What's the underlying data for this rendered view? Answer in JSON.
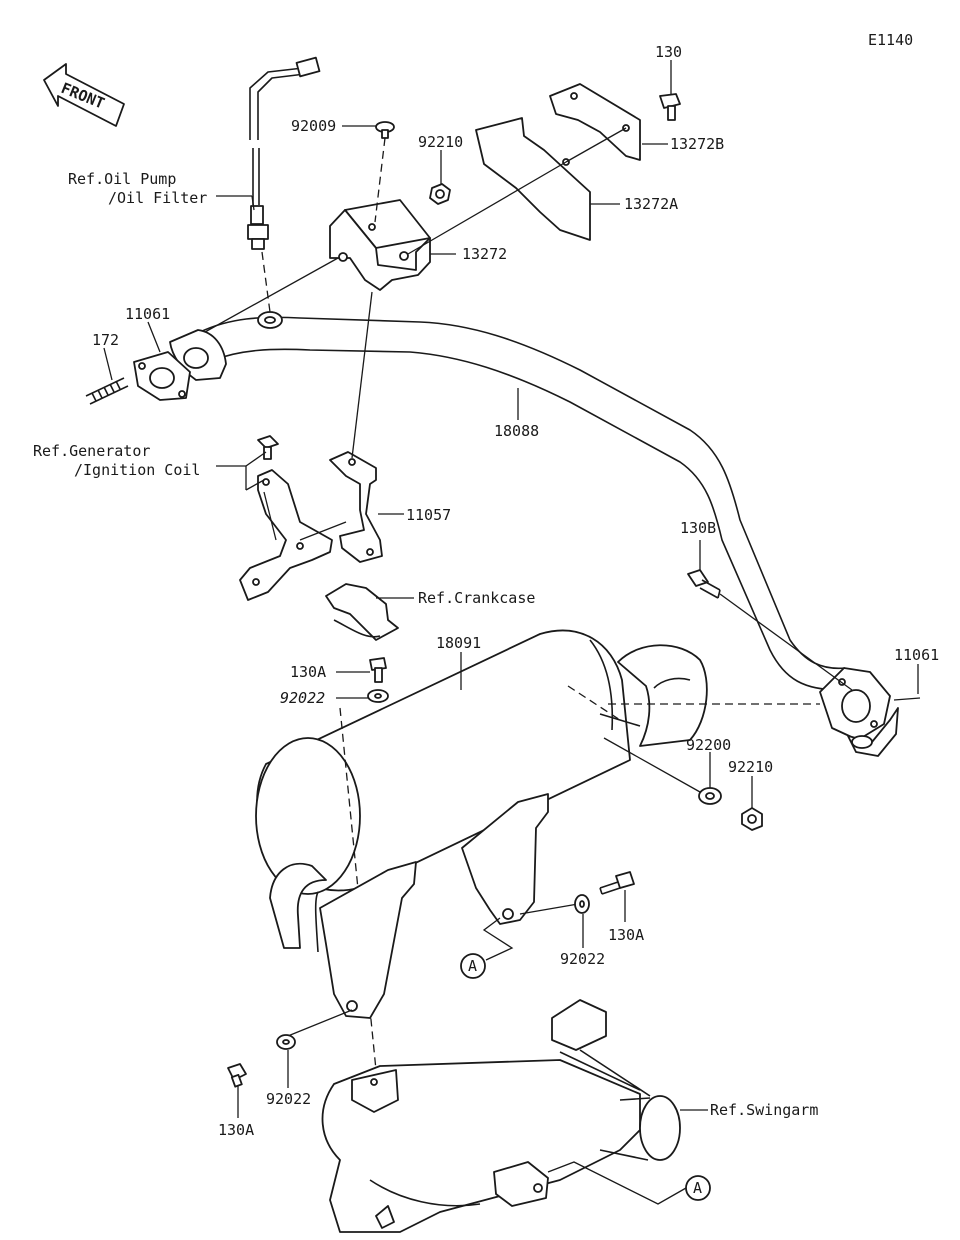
{
  "diagram_code": "E1140",
  "front_label": "FRONT",
  "callouts": {
    "c130_top": "130",
    "c92009": "92009",
    "c92210_top": "92210",
    "c13272B": "13272B",
    "c13272A": "13272A",
    "c13272": "13272",
    "c11061_left": "11061",
    "c172": "172",
    "c18088": "18088",
    "c11057": "11057",
    "c130B": "130B",
    "c11061_right": "11061",
    "c18091": "18091",
    "c130A_upper": "130A",
    "c92022_upper": "92022",
    "c92200": "92200",
    "c92210_right": "92210",
    "c130A_mid": "130A",
    "c92022_mid": "92022",
    "c92022_low": "92022",
    "c130A_low": "130A",
    "marker_a1": "A",
    "marker_a2": "A"
  },
  "refs": {
    "oil_pump_1": "Ref.Oil Pump",
    "oil_pump_2": "/Oil Filter",
    "generator_1": "Ref.Generator",
    "generator_2": "/Ignition Coil",
    "crankcase": "Ref.Crankcase",
    "swingarm": "Ref.Swingarm"
  }
}
